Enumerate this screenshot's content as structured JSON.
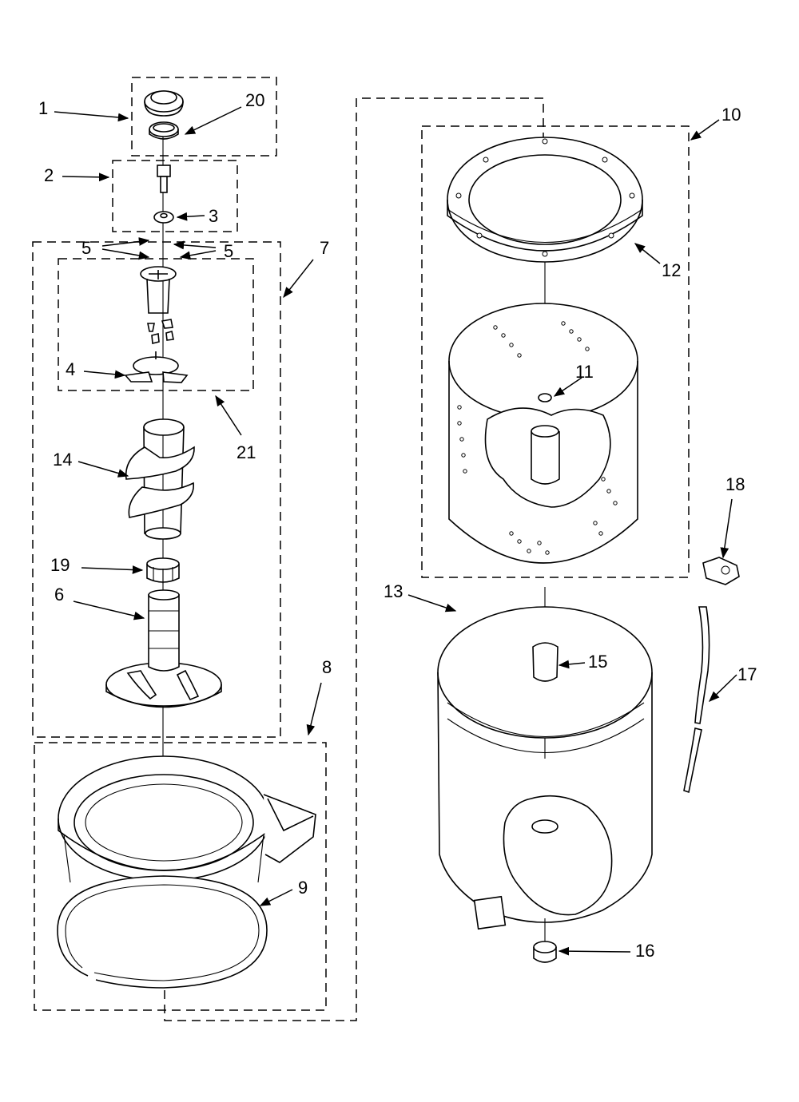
{
  "callouts": {
    "c1": "1",
    "c2": "2",
    "c3": "3",
    "c4": "4",
    "c5a": "5",
    "c5b": "5",
    "c6": "6",
    "c7": "7",
    "c8": "8",
    "c9": "9",
    "c10": "10",
    "c11": "11",
    "c12": "12",
    "c13": "13",
    "c14": "14",
    "c15": "15",
    "c16": "16",
    "c17": "17",
    "c18": "18",
    "c19": "19",
    "c20": "20",
    "c21": "21"
  }
}
